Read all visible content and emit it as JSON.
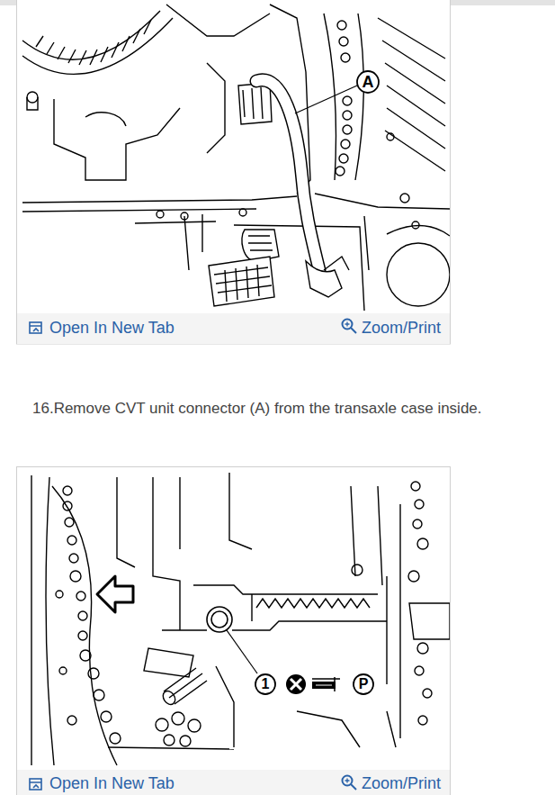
{
  "diagram": {
    "nodes": [
      {
        "text": [
          "A"
        ]
      },
      {
        "text": [
          "1"
        ]
      },
      {
        "text": [
          "P"
        ]
      }
    ],
    "labels": [
      "Open In New Tab",
      "Zoom/Print",
      "16.Remove CVT unit connector (A) from the transaxle case inside.",
      "Open In New Tab",
      "Zoom/Print"
    ]
  }
}
